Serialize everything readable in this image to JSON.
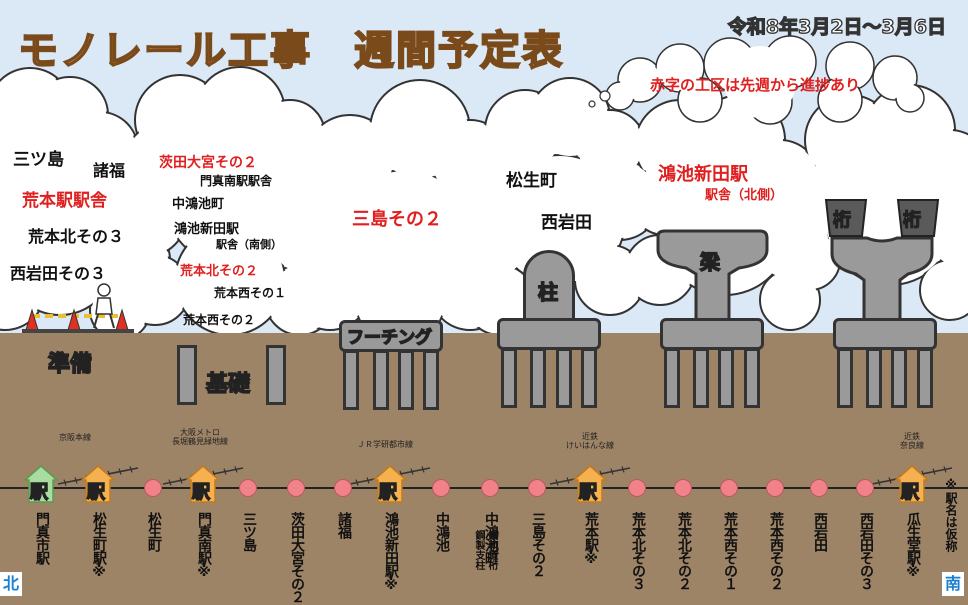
{
  "title": "モノレール工事　週間予定表",
  "date_range": "令和8年3月2日～3月6日",
  "note_cloud": "赤字の工区は先週から進捗あり",
  "stages": {
    "prep": {
      "label": "準備",
      "items": [
        {
          "text": "三ツ島",
          "red": false
        },
        {
          "text": "諸福",
          "red": false
        },
        {
          "text": "荒本駅駅舎",
          "red": true
        },
        {
          "text": "荒本北その３",
          "red": false
        },
        {
          "text": "西岩田その３",
          "red": false
        }
      ]
    },
    "foundation": {
      "label": "基礎",
      "items": [
        {
          "text": "茨田大宮その２",
          "red": true
        },
        {
          "text": "門真南駅駅舎",
          "red": false
        },
        {
          "text": "中鴻池町",
          "red": false
        },
        {
          "text": "鴻池新田駅",
          "red": false
        },
        {
          "text": "駅舎（南側）",
          "red": false
        },
        {
          "text": "荒本北その２",
          "red": true
        },
        {
          "text": "荒本西その１",
          "red": false
        },
        {
          "text": "荒本西その２",
          "red": false
        }
      ]
    },
    "footing": {
      "label": "フーチング",
      "items": [
        {
          "text": "三島その２",
          "red": true
        }
      ]
    },
    "column": {
      "label": "柱",
      "items": [
        {
          "text": "松生町",
          "red": false
        },
        {
          "text": "西岩田",
          "red": false
        }
      ]
    },
    "beam": {
      "label": "梁",
      "items": [
        {
          "text": "鴻池新田駅",
          "red": true
        },
        {
          "text": "駅舎（北側）",
          "red": true
        }
      ]
    },
    "girder": {
      "label": "桁"
    }
  },
  "station_glyph": "駅",
  "stations": [
    {
      "name": "門真市駅",
      "type": "green"
    },
    {
      "name": "松生町駅※",
      "type": "orange"
    },
    {
      "name": "松生町",
      "type": "dot"
    },
    {
      "name": "門真南駅※",
      "type": "orange"
    },
    {
      "name": "三ツ島",
      "type": "dot"
    },
    {
      "name": "茨田大宮その２",
      "type": "dot"
    },
    {
      "name": "諸福",
      "type": "dot"
    },
    {
      "name": "鴻池新田駅※",
      "type": "orange"
    },
    {
      "name": "中鴻池",
      "type": "dot"
    },
    {
      "name": "中鴻池町",
      "type": "dot",
      "extra": [
        "鋼軌道桁",
        "鋼製支柱"
      ]
    },
    {
      "name": "三島その２",
      "type": "dot"
    },
    {
      "name": "荒本駅※",
      "type": "orange"
    },
    {
      "name": "荒本北その３",
      "type": "dot"
    },
    {
      "name": "荒本北その２",
      "type": "dot"
    },
    {
      "name": "荒本西その１",
      "type": "dot"
    },
    {
      "name": "荒本西その２",
      "type": "dot"
    },
    {
      "name": "西岩田",
      "type": "dot"
    },
    {
      "name": "西岩田その３",
      "type": "dot"
    },
    {
      "name": "瓜生堂駅※",
      "type": "orange"
    }
  ],
  "rail_lines": [
    {
      "text": [
        "京阪本線"
      ]
    },
    {
      "text": [
        "大阪メトロ",
        "長堀鶴見緑地線"
      ]
    },
    {
      "text": [
        "ＪＲ学研都市線"
      ]
    },
    {
      "text": [
        "近鉄",
        "けいはんな線"
      ]
    },
    {
      "text": [
        "近鉄",
        "奈良線"
      ]
    }
  ],
  "note_station": "※駅名は仮称",
  "dir_north": "北",
  "dir_south": "南"
}
